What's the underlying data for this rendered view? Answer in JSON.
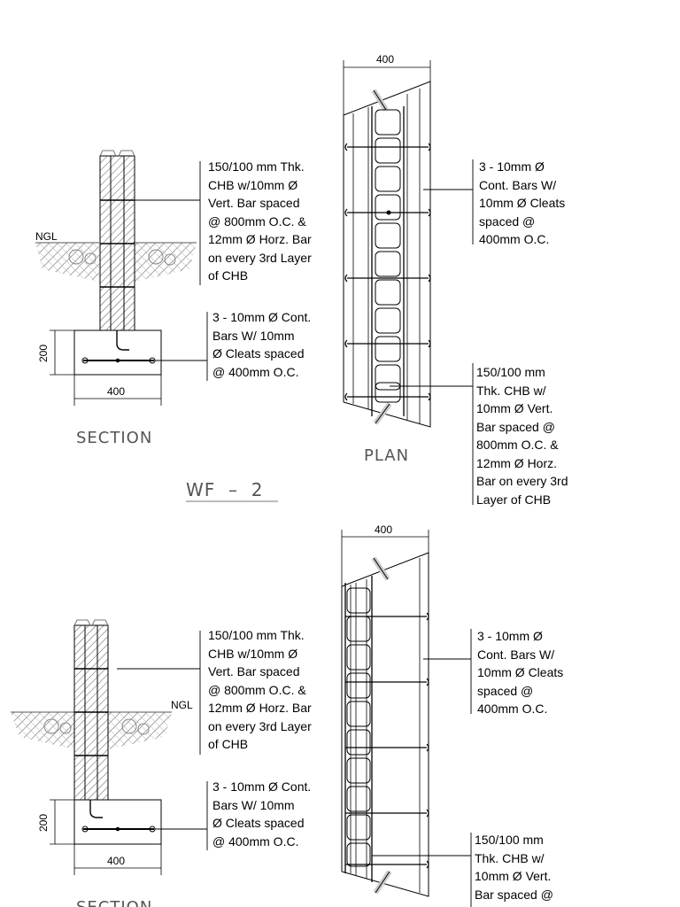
{
  "sheet": {
    "wf2_title": "WF  –  2"
  },
  "detail_1": {
    "section_label": "SECTION",
    "plan_label": "PLAN",
    "ngl_label": "NGL",
    "footing_height": "200",
    "footing_width": "400",
    "plan_width": "400",
    "wall_note": "150/100 mm Thk.\nCHB w/10mm Ø\nVert. Bar spaced\n@ 800mm O.C. &\n12mm Ø Horz. Bar\non every 3rd Layer\nof CHB",
    "footing_note": "3 - 10mm Ø Cont.\nBars W/ 10mm\nØ Cleats spaced\n@ 400mm O.C.",
    "plan_bars_note": "3 - 10mm Ø\nCont. Bars W/\n10mm Ø Cleats\nspaced @\n400mm O.C.",
    "plan_chb_note": "150/100 mm\nThk. CHB w/\n10mm Ø Vert.\nBar spaced @\n800mm O.C. &\n12mm Ø Horz.\nBar on every 3rd\nLayer of CHB"
  },
  "detail_2": {
    "section_label": "SECTION",
    "ngl_label": "NGL",
    "footing_height": "200",
    "footing_width": "400",
    "plan_width": "400",
    "wall_note": "150/100 mm Thk.\nCHB w/10mm Ø\nVert. Bar spaced\n@ 800mm O.C. &\n12mm Ø Horz. Bar\non every 3rd Layer\nof CHB",
    "footing_note": "3 - 10mm Ø Cont.\nBars W/ 10mm\nØ Cleats spaced\n@ 400mm O.C.",
    "plan_bars_note": "3 - 10mm Ø\nCont. Bars W/\n10mm Ø Cleats\nspaced @\n400mm O.C.",
    "plan_chb_note": "150/100 mm\nThk. CHB w/\n10mm Ø Vert.\nBar spaced @"
  }
}
